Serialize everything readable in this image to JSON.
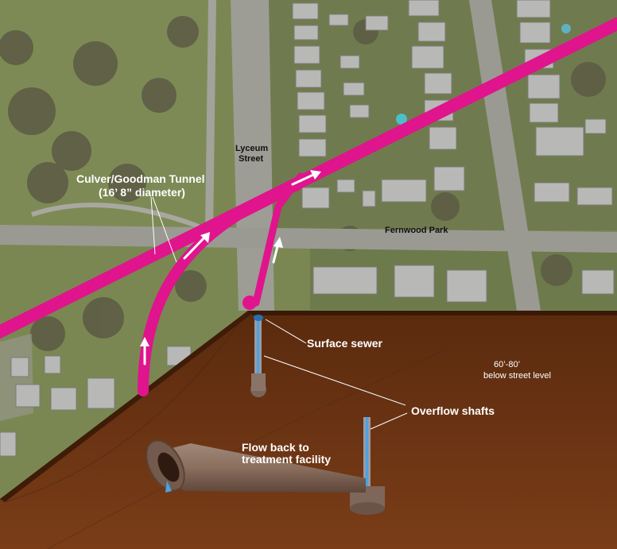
{
  "diagram": {
    "labels": {
      "tunnel_name": "Culver/Goodman Tunnel",
      "tunnel_diameter": "(16’ 8” diameter)",
      "street_1a": "Lyceum",
      "street_1b": "Street",
      "street_2": "Fernwood Park",
      "surface_sewer": "Surface sewer",
      "depth_1": "60’-80’",
      "depth_2": "below street level",
      "overflow_shafts": "Overflow shafts",
      "flow_1": "Flow back to",
      "flow_2": "treatment facility"
    },
    "colors": {
      "tunnel": "#e0148c",
      "ground": "#6b3516",
      "ground_edge": "#3e1c08",
      "grass": "#7e8a52",
      "road": "#9a9a92",
      "pipe": "#8a6e5e",
      "shaft_water": "#4aa3e0"
    },
    "icons": [
      "arrow-icon",
      "manhole-icon",
      "water-drop-icon"
    ]
  }
}
